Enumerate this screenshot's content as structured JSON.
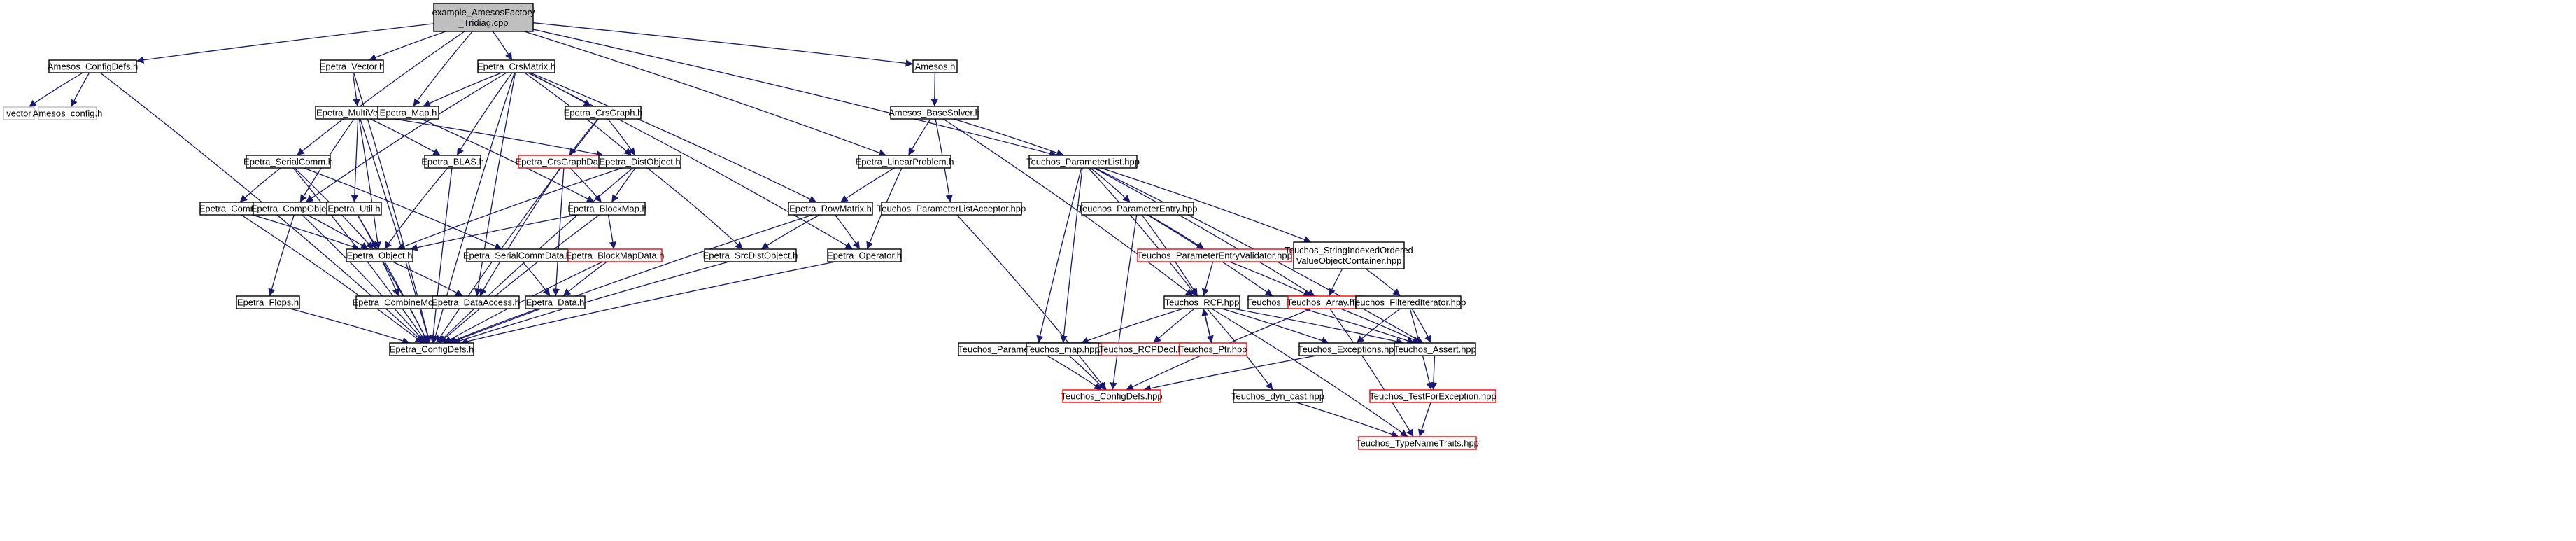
{
  "colors": {
    "edge": "#191970",
    "border_normal": "#000000",
    "border_truncated": "#ff0000",
    "border_external": "#bfbfbf",
    "fill_root": "#bfbfbf",
    "fill_default": "#ffffff",
    "text_external": "#7f7f7f"
  },
  "nodes": [
    {
      "id": "root",
      "label": "example_AmesosFactory\n_Tridiag.cpp",
      "kind": "root"
    },
    {
      "id": "amesos_configdefs",
      "label": "Amesos_ConfigDefs.h",
      "kind": "normal"
    },
    {
      "id": "vector",
      "label": "vector",
      "kind": "external"
    },
    {
      "id": "amesos_config",
      "label": "Amesos_config.h",
      "kind": "external"
    },
    {
      "id": "epetra_vector",
      "label": "Epetra_Vector.h",
      "kind": "normal"
    },
    {
      "id": "epetra_multivector",
      "label": "Epetra_MultiVector.h",
      "kind": "normal"
    },
    {
      "id": "epetra_crsmatrix",
      "label": "Epetra_CrsMatrix.h",
      "kind": "normal"
    },
    {
      "id": "epetra_map",
      "label": "Epetra_Map.h",
      "kind": "normal"
    },
    {
      "id": "epetra_crsgraph",
      "label": "Epetra_CrsGraph.h",
      "kind": "normal"
    },
    {
      "id": "amesos_h",
      "label": "Amesos.h",
      "kind": "normal"
    },
    {
      "id": "amesos_basesolver",
      "label": "Amesos_BaseSolver.h",
      "kind": "normal"
    },
    {
      "id": "epetra_serialcomm",
      "label": "Epetra_SerialComm.h",
      "kind": "normal"
    },
    {
      "id": "epetra_blas",
      "label": "Epetra_BLAS.h",
      "kind": "normal"
    },
    {
      "id": "epetra_crsgraphdata",
      "label": "Epetra_CrsGraphData.h",
      "kind": "truncated"
    },
    {
      "id": "epetra_distobject",
      "label": "Epetra_DistObject.h",
      "kind": "normal"
    },
    {
      "id": "epetra_linearproblem",
      "label": "Epetra_LinearProblem.h",
      "kind": "normal"
    },
    {
      "id": "teuchos_parameterlist",
      "label": "Teuchos_ParameterList.hpp",
      "kind": "normal"
    },
    {
      "id": "epetra_comm",
      "label": "Epetra_Comm.h",
      "kind": "normal"
    },
    {
      "id": "epetra_compobject",
      "label": "Epetra_CompObject.h",
      "kind": "normal"
    },
    {
      "id": "epetra_util",
      "label": "Epetra_Util.h",
      "kind": "normal"
    },
    {
      "id": "epetra_blockmap",
      "label": "Epetra_BlockMap.h",
      "kind": "normal"
    },
    {
      "id": "epetra_rowmatrix",
      "label": "Epetra_RowMatrix.h",
      "kind": "normal"
    },
    {
      "id": "teuchos_parameterlistacceptor",
      "label": "Teuchos_ParameterListAcceptor.hpp",
      "kind": "normal"
    },
    {
      "id": "teuchos_parameterentry",
      "label": "Teuchos_ParameterEntry.hpp",
      "kind": "normal"
    },
    {
      "id": "epetra_object",
      "label": "Epetra_Object.h",
      "kind": "normal"
    },
    {
      "id": "epetra_serialcommdata",
      "label": "Epetra_SerialCommData.h",
      "kind": "normal"
    },
    {
      "id": "epetra_blockmapdata",
      "label": "Epetra_BlockMapData.h",
      "kind": "truncated"
    },
    {
      "id": "epetra_srcdistobject",
      "label": "Epetra_SrcDistObject.h",
      "kind": "normal"
    },
    {
      "id": "epetra_operator",
      "label": "Epetra_Operator.h",
      "kind": "normal"
    },
    {
      "id": "teuchos_paramentryvalidator",
      "label": "Teuchos_ParameterEntryValidator.hpp",
      "kind": "truncated"
    },
    {
      "id": "teuchos_stringindexed",
      "label": "Teuchos_StringIndexedOrdered\nValueObjectContainer.hpp",
      "kind": "normal"
    },
    {
      "id": "epetra_flops",
      "label": "Epetra_Flops.h",
      "kind": "normal"
    },
    {
      "id": "epetra_combinemode",
      "label": "Epetra_CombineMode.h",
      "kind": "normal"
    },
    {
      "id": "epetra_dataaccess",
      "label": "Epetra_DataAccess.h",
      "kind": "normal"
    },
    {
      "id": "epetra_data",
      "label": "Epetra_Data.h",
      "kind": "normal"
    },
    {
      "id": "teuchos_rcp",
      "label": "Teuchos_RCP.hpp",
      "kind": "normal"
    },
    {
      "id": "teuchos_any",
      "label": "Teuchos_any.hpp",
      "kind": "normal"
    },
    {
      "id": "teuchos_array",
      "label": "Teuchos_Array.hpp",
      "kind": "truncated"
    },
    {
      "id": "teuchos_filterediterator",
      "label": "Teuchos_FilteredIterator.hpp",
      "kind": "normal"
    },
    {
      "id": "epetra_configdefs",
      "label": "Epetra_ConfigDefs.h",
      "kind": "normal"
    },
    {
      "id": "teuchos_parameterlistexceptions",
      "label": "Teuchos_ParameterListExceptions.hpp",
      "kind": "normal"
    },
    {
      "id": "teuchos_map",
      "label": "Teuchos_map.hpp",
      "kind": "normal"
    },
    {
      "id": "teuchos_rcpdecl",
      "label": "Teuchos_RCPDecl.hpp",
      "kind": "truncated"
    },
    {
      "id": "teuchos_ptr",
      "label": "Teuchos_Ptr.hpp",
      "kind": "truncated"
    },
    {
      "id": "teuchos_exceptions",
      "label": "Teuchos_Exceptions.hpp",
      "kind": "normal"
    },
    {
      "id": "teuchos_assert",
      "label": "Teuchos_Assert.hpp",
      "kind": "normal"
    },
    {
      "id": "teuchos_configdefs",
      "label": "Teuchos_ConfigDefs.hpp",
      "kind": "truncated"
    },
    {
      "id": "teuchos_dyn_cast",
      "label": "Teuchos_dyn_cast.hpp",
      "kind": "normal"
    },
    {
      "id": "teuchos_testforexception",
      "label": "Teuchos_TestForException.hpp",
      "kind": "truncated"
    },
    {
      "id": "teuchos_typenametraits",
      "label": "Teuchos_TypeNameTraits.hpp",
      "kind": "truncated"
    }
  ],
  "edges": [
    [
      "root",
      "amesos_configdefs"
    ],
    [
      "root",
      "epetra_vector"
    ],
    [
      "root",
      "epetra_crsmatrix"
    ],
    [
      "root",
      "epetra_map"
    ],
    [
      "root",
      "amesos_h"
    ],
    [
      "root",
      "teuchos_parameterlist"
    ],
    [
      "root",
      "epetra_serialcomm"
    ],
    [
      "root",
      "epetra_linearproblem"
    ],
    [
      "amesos_configdefs",
      "vector"
    ],
    [
      "amesos_configdefs",
      "amesos_config"
    ],
    [
      "amesos_configdefs",
      "epetra_configdefs"
    ],
    [
      "epetra_vector",
      "epetra_multivector"
    ],
    [
      "epetra_vector",
      "epetra_configdefs"
    ],
    [
      "epetra_multivector",
      "epetra_distobject"
    ],
    [
      "epetra_multivector",
      "epetra_compobject"
    ],
    [
      "epetra_multivector",
      "epetra_blas"
    ],
    [
      "epetra_multivector",
      "epetra_util"
    ],
    [
      "epetra_multivector",
      "epetra_configdefs"
    ],
    [
      "epetra_multivector",
      "epetra_object"
    ],
    [
      "epetra_crsmatrix",
      "epetra_map"
    ],
    [
      "epetra_crsmatrix",
      "epetra_crsgraph"
    ],
    [
      "epetra_crsmatrix",
      "epetra_distobject"
    ],
    [
      "epetra_crsmatrix",
      "epetra_blas"
    ],
    [
      "epetra_crsmatrix",
      "epetra_compobject"
    ],
    [
      "epetra_crsmatrix",
      "epetra_rowmatrix"
    ],
    [
      "epetra_crsmatrix",
      "epetra_operator"
    ],
    [
      "epetra_crsmatrix",
      "epetra_dataaccess"
    ],
    [
      "epetra_crsmatrix",
      "epetra_configdefs"
    ],
    [
      "epetra_map",
      "epetra_blockmap"
    ],
    [
      "epetra_crsgraph",
      "epetra_crsgraphdata"
    ],
    [
      "epetra_crsgraph",
      "epetra_distobject"
    ],
    [
      "epetra_crsgraph",
      "epetra_configdefs"
    ],
    [
      "epetra_crsgraphdata",
      "epetra_blockmap"
    ],
    [
      "epetra_crsgraphdata",
      "epetra_data"
    ],
    [
      "epetra_crsgraphdata",
      "epetra_dataaccess"
    ],
    [
      "amesos_h",
      "amesos_basesolver"
    ],
    [
      "amesos_basesolver",
      "teuchos_parameterlistacceptor"
    ],
    [
      "amesos_basesolver",
      "epetra_linearproblem"
    ],
    [
      "amesos_basesolver",
      "teuchos_parameterlist"
    ],
    [
      "amesos_basesolver",
      "teuchos_rcp"
    ],
    [
      "epetra_serialcomm",
      "epetra_comm"
    ],
    [
      "epetra_serialcomm",
      "epetra_object"
    ],
    [
      "epetra_serialcomm",
      "epetra_serialcommdata"
    ],
    [
      "epetra_serialcomm",
      "epetra_configdefs"
    ],
    [
      "epetra_blas",
      "epetra_object"
    ],
    [
      "epetra_blas",
      "epetra_configdefs"
    ],
    [
      "epetra_distobject",
      "epetra_blockmap"
    ],
    [
      "epetra_distobject",
      "epetra_srcdistobject"
    ],
    [
      "epetra_distobject",
      "epetra_object"
    ],
    [
      "epetra_distobject",
      "epetra_configdefs"
    ],
    [
      "epetra_linearproblem",
      "epetra_rowmatrix"
    ],
    [
      "epetra_linearproblem",
      "epetra_operator"
    ],
    [
      "teuchos_parameterlist",
      "teuchos_parameterentry"
    ],
    [
      "teuchos_parameterlist",
      "teuchos_parameterlistexceptions"
    ],
    [
      "teuchos_parameterlist",
      "teuchos_stringindexed"
    ],
    [
      "teuchos_parameterlist",
      "teuchos_map"
    ],
    [
      "teuchos_parameterlist",
      "teuchos_array"
    ],
    [
      "teuchos_parameterlist",
      "teuchos_rcp"
    ],
    [
      "teuchos_parameterlist",
      "teuchos_assert"
    ],
    [
      "epetra_comm",
      "epetra_object"
    ],
    [
      "epetra_comm",
      "epetra_configdefs"
    ],
    [
      "epetra_compobject",
      "epetra_flops"
    ],
    [
      "epetra_compobject",
      "epetra_object"
    ],
    [
      "epetra_compobject",
      "epetra_configdefs"
    ],
    [
      "epetra_util",
      "epetra_object"
    ],
    [
      "epetra_util",
      "epetra_configdefs"
    ],
    [
      "epetra_blockmap",
      "epetra_object"
    ],
    [
      "epetra_blockmap",
      "epetra_blockmapdata"
    ],
    [
      "epetra_blockmap",
      "epetra_configdefs"
    ],
    [
      "epetra_rowmatrix",
      "epetra_operator"
    ],
    [
      "epetra_rowmatrix",
      "epetra_srcdistobject"
    ],
    [
      "epetra_rowmatrix",
      "epetra_configdefs"
    ],
    [
      "teuchos_parameterlistacceptor",
      "teuchos_configdefs"
    ],
    [
      "teuchos_parameterentry",
      "teuchos_paramentryvalidator"
    ],
    [
      "teuchos_parameterentry",
      "teuchos_any"
    ],
    [
      "teuchos_parameterentry",
      "teuchos_rcp"
    ],
    [
      "teuchos_parameterentry",
      "teuchos_configdefs"
    ],
    [
      "epetra_object",
      "epetra_combinemode"
    ],
    [
      "epetra_object",
      "epetra_dataaccess"
    ],
    [
      "epetra_object",
      "epetra_configdefs"
    ],
    [
      "epetra_serialcommdata",
      "epetra_data"
    ],
    [
      "epetra_blockmapdata",
      "epetra_data"
    ],
    [
      "epetra_blockmapdata",
      "epetra_configdefs"
    ],
    [
      "epetra_srcdistobject",
      "epetra_configdefs"
    ],
    [
      "epetra_operator",
      "epetra_configdefs"
    ],
    [
      "teuchos_paramentryvalidator",
      "teuchos_rcp"
    ],
    [
      "teuchos_paramentryvalidator",
      "teuchos_array"
    ],
    [
      "teuchos_stringindexed",
      "teuchos_array"
    ],
    [
      "teuchos_stringindexed",
      "teuchos_filterediterator"
    ],
    [
      "epetra_data",
      "epetra_configdefs"
    ],
    [
      "epetra_flops",
      "epetra_configdefs"
    ],
    [
      "teuchos_rcp",
      "teuchos_rcpdecl"
    ],
    [
      "teuchos_rcp",
      "teuchos_ptr"
    ],
    [
      "teuchos_rcp",
      "teuchos_dyn_cast"
    ],
    [
      "teuchos_rcp",
      "teuchos_exceptions"
    ],
    [
      "teuchos_rcp",
      "teuchos_assert"
    ],
    [
      "teuchos_rcp",
      "teuchos_typenametraits"
    ],
    [
      "teuchos_rcp",
      "teuchos_map"
    ],
    [
      "teuchos_ptr",
      "teuchos_rcp"
    ],
    [
      "teuchos_any",
      "teuchos_assert"
    ],
    [
      "teuchos_array",
      "teuchos_assert"
    ],
    [
      "teuchos_array",
      "teuchos_configdefs"
    ],
    [
      "teuchos_array",
      "teuchos_typenametraits"
    ],
    [
      "teuchos_filterediterator",
      "teuchos_assert"
    ],
    [
      "teuchos_filterediterator",
      "teuchos_exceptions"
    ],
    [
      "teuchos_filterediterator",
      "teuchos_testforexception"
    ],
    [
      "teuchos_parameterlistexceptions",
      "teuchos_configdefs"
    ],
    [
      "teuchos_map",
      "teuchos_configdefs"
    ],
    [
      "teuchos_exceptions",
      "teuchos_configdefs"
    ],
    [
      "teuchos_assert",
      "teuchos_testforexception"
    ],
    [
      "teuchos_dyn_cast",
      "teuchos_typenametraits"
    ],
    [
      "teuchos_testforexception",
      "teuchos_typenametraits"
    ]
  ]
}
